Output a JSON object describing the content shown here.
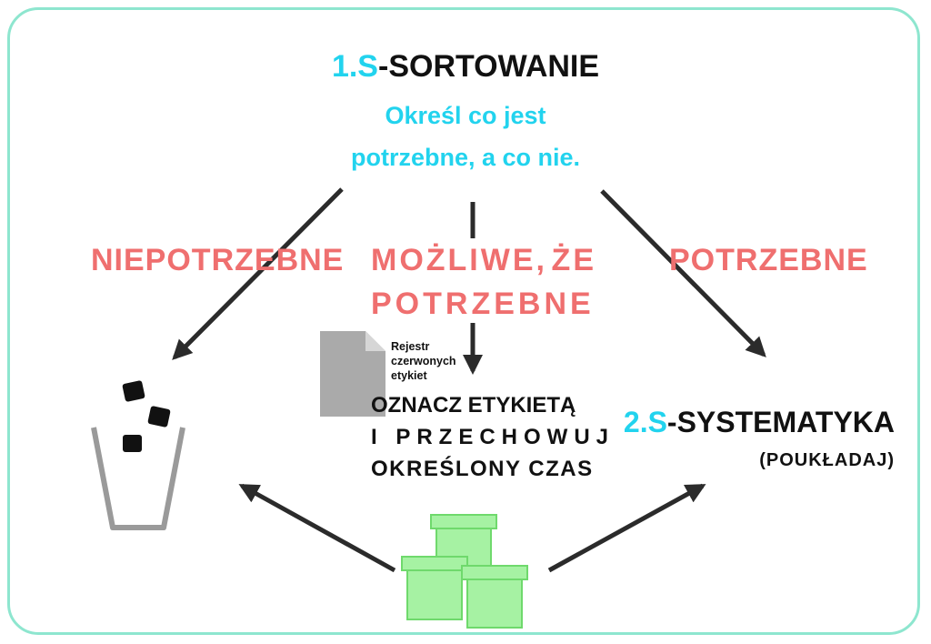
{
  "header": {
    "title_number": "1.S",
    "title_text": "-SORTOWANIE",
    "subtitle_line1": "Określ co jest",
    "subtitle_line2": "potrzebne, a co nie."
  },
  "categories": {
    "left": "NIEPOTRZEBNE",
    "middle_word1": "MOŻLIWE,",
    "middle_word2": "ŻE",
    "middle_line2": "POTRZEBNE",
    "right": "POTRZEBNE"
  },
  "document": {
    "label_line1": "Rejestr",
    "label_line2": "czerwonych",
    "label_line3": "etykiet"
  },
  "action": {
    "line1": "OZNACZ ETYKIETĄ",
    "line2": "I PRZECHOWUJ",
    "line3": "OKREŚLONY CZAS"
  },
  "result": {
    "number": "2.S",
    "text": "-SYSTEMATYKA",
    "subtitle": "(POUKŁADAJ)"
  },
  "icons": {
    "trash": "trash-bin-icon",
    "document": "document-icon",
    "boxes": "boxes-icon"
  },
  "colors": {
    "accent": "#22d3ee",
    "category": "#ef6f6f",
    "frame": "#8ee6cf",
    "arrow": "#2b2b2b",
    "boxes": "#a6f2a3"
  }
}
